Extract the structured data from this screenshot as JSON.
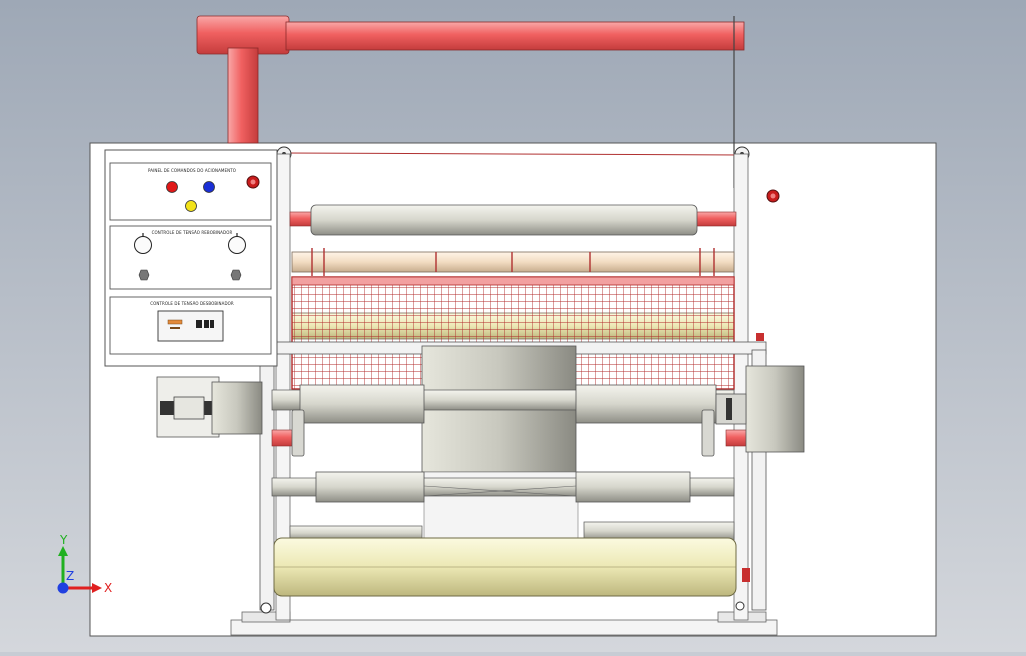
{
  "control_panel": {
    "section_1_label": "PAINEL DE COMANDOS DO ACIONAMENTO",
    "section_2_label": "CONTROLE DE TENSÃO REBOBINADOR",
    "section_3_label": "CONTROLE DE TENSÃO DESBOBINADOR",
    "colors": {
      "button_red": "#e01818",
      "button_blue": "#1a2fd6",
      "button_yellow": "#f2e21a",
      "emergency_red": "#c81c1c"
    }
  },
  "axis_triad": {
    "x_label": "X",
    "y_label": "Y",
    "z_label": "Z",
    "colors": {
      "x": "#e02020",
      "y": "#20b020",
      "z": "#2040e0"
    }
  },
  "colors": {
    "background_top": "#9ea8b6",
    "background_bottom": "#d4d7dc",
    "pipe_red": "#f06060",
    "roller_gray": "#d8d8d0",
    "roller_cream": "#ece8b4"
  }
}
